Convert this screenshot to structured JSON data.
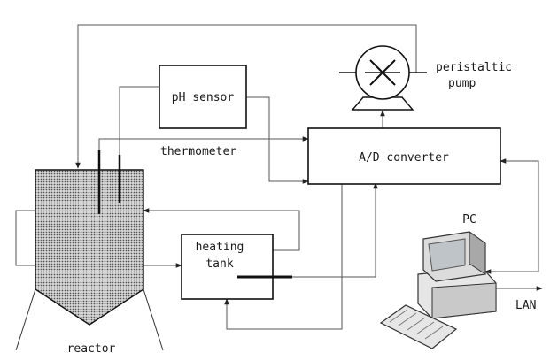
{
  "labels": {
    "ph_sensor": "pH sensor",
    "ad_converter": "A/D converter",
    "peristaltic_pump_line1": "peristaltic",
    "peristaltic_pump_line2": "pump",
    "thermometer": "thermometer",
    "heating_tank_line1": "heating",
    "heating_tank_line2": "tank",
    "pc": "PC",
    "lan": "LAN",
    "reactor": "reactor"
  },
  "icons": {
    "pump": "pump-icon",
    "computer": "desktop-computer-icon",
    "keyboard": "keyboard-icon"
  },
  "colors": {
    "line": "#555555",
    "box_stroke": "#111111",
    "reactor_fill": "#bdbdbd",
    "computer_body": "#e6e6e6",
    "computer_shadow": "#9a9a9a"
  }
}
